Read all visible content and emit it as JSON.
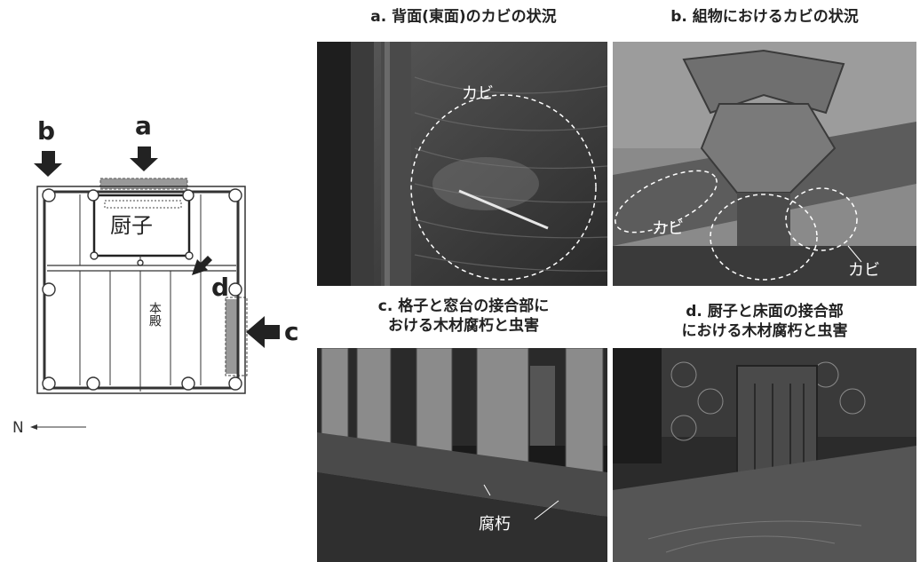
{
  "plan": {
    "label_a": "a",
    "label_b": "b",
    "label_c": "c",
    "label_d": "d",
    "zushi": "厨子",
    "honden": "本殿",
    "north": "N"
  },
  "photos": {
    "a": {
      "caption": "a. 背面(東面)のカビの状況",
      "labels": [
        "カビ"
      ]
    },
    "b": {
      "caption": "b. 組物におけるカビの状況",
      "labels": [
        "カビ",
        "カビ"
      ]
    },
    "c": {
      "caption_line1": "c. 格子と窓台の接合部に",
      "caption_line2": "おける木材腐朽と虫害",
      "labels": [
        "腐朽"
      ]
    },
    "d": {
      "caption_line1": "d. 厨子と床面の接合部",
      "caption_line2": "における木材腐朽と虫害"
    }
  }
}
